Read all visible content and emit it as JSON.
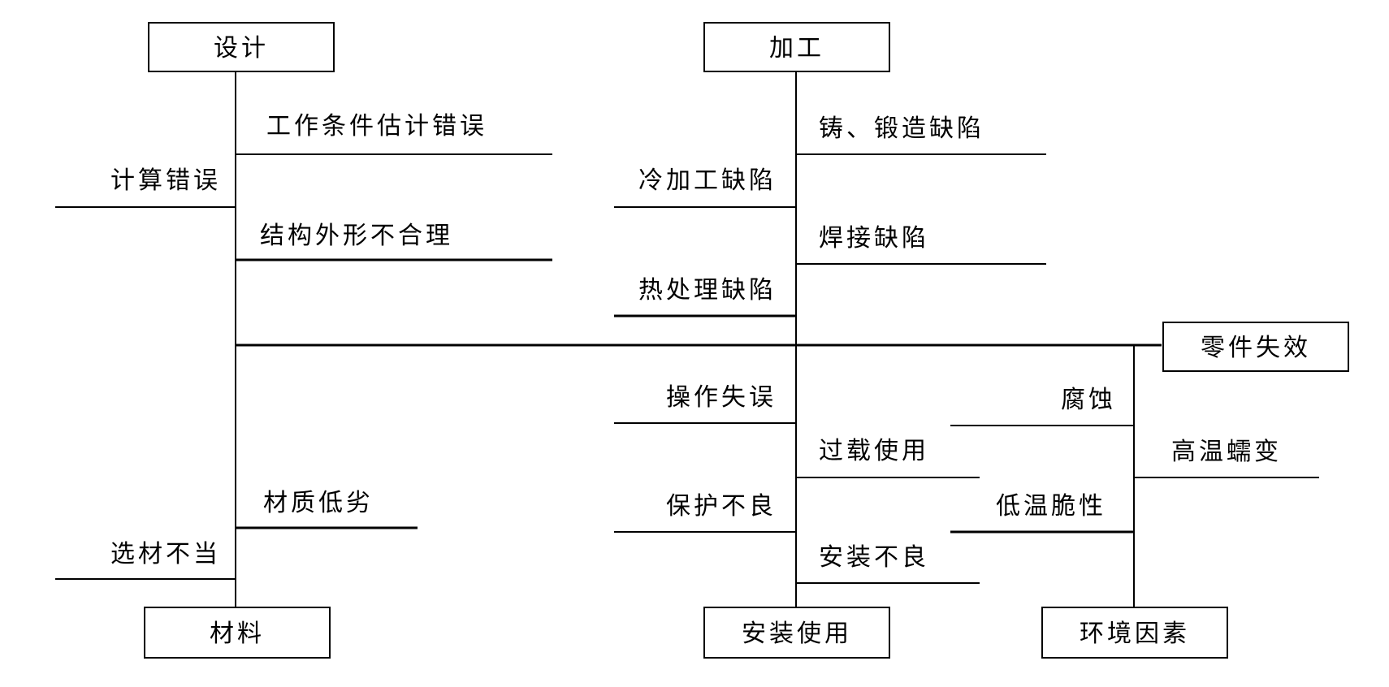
{
  "categories": {
    "design": "设计",
    "processing": "加工",
    "material": "材料",
    "install_use": "安装使用",
    "environment": "环境因素"
  },
  "effect": "零件失效",
  "causes": {
    "design": {
      "work_condition_error": "工作条件估计错误",
      "calc_error": "计算错误",
      "structure_unreasonable": "结构外形不合理"
    },
    "processing": {
      "cast_forge_defect": "铸、锻造缺陷",
      "cold_work_defect": "冷加工缺陷",
      "weld_defect": "焊接缺陷",
      "heat_treat_defect": "热处理缺陷"
    },
    "material": {
      "poor_quality": "材质低劣",
      "wrong_selection": "选材不当"
    },
    "install_use": {
      "operation_error": "操作失误",
      "overload_use": "过载使用",
      "poor_protection": "保护不良",
      "poor_install": "安装不良"
    },
    "environment": {
      "corrosion": "腐蚀",
      "high_temp_creep": "高温蠕变",
      "low_temp_brittle": "低温脆性"
    }
  }
}
